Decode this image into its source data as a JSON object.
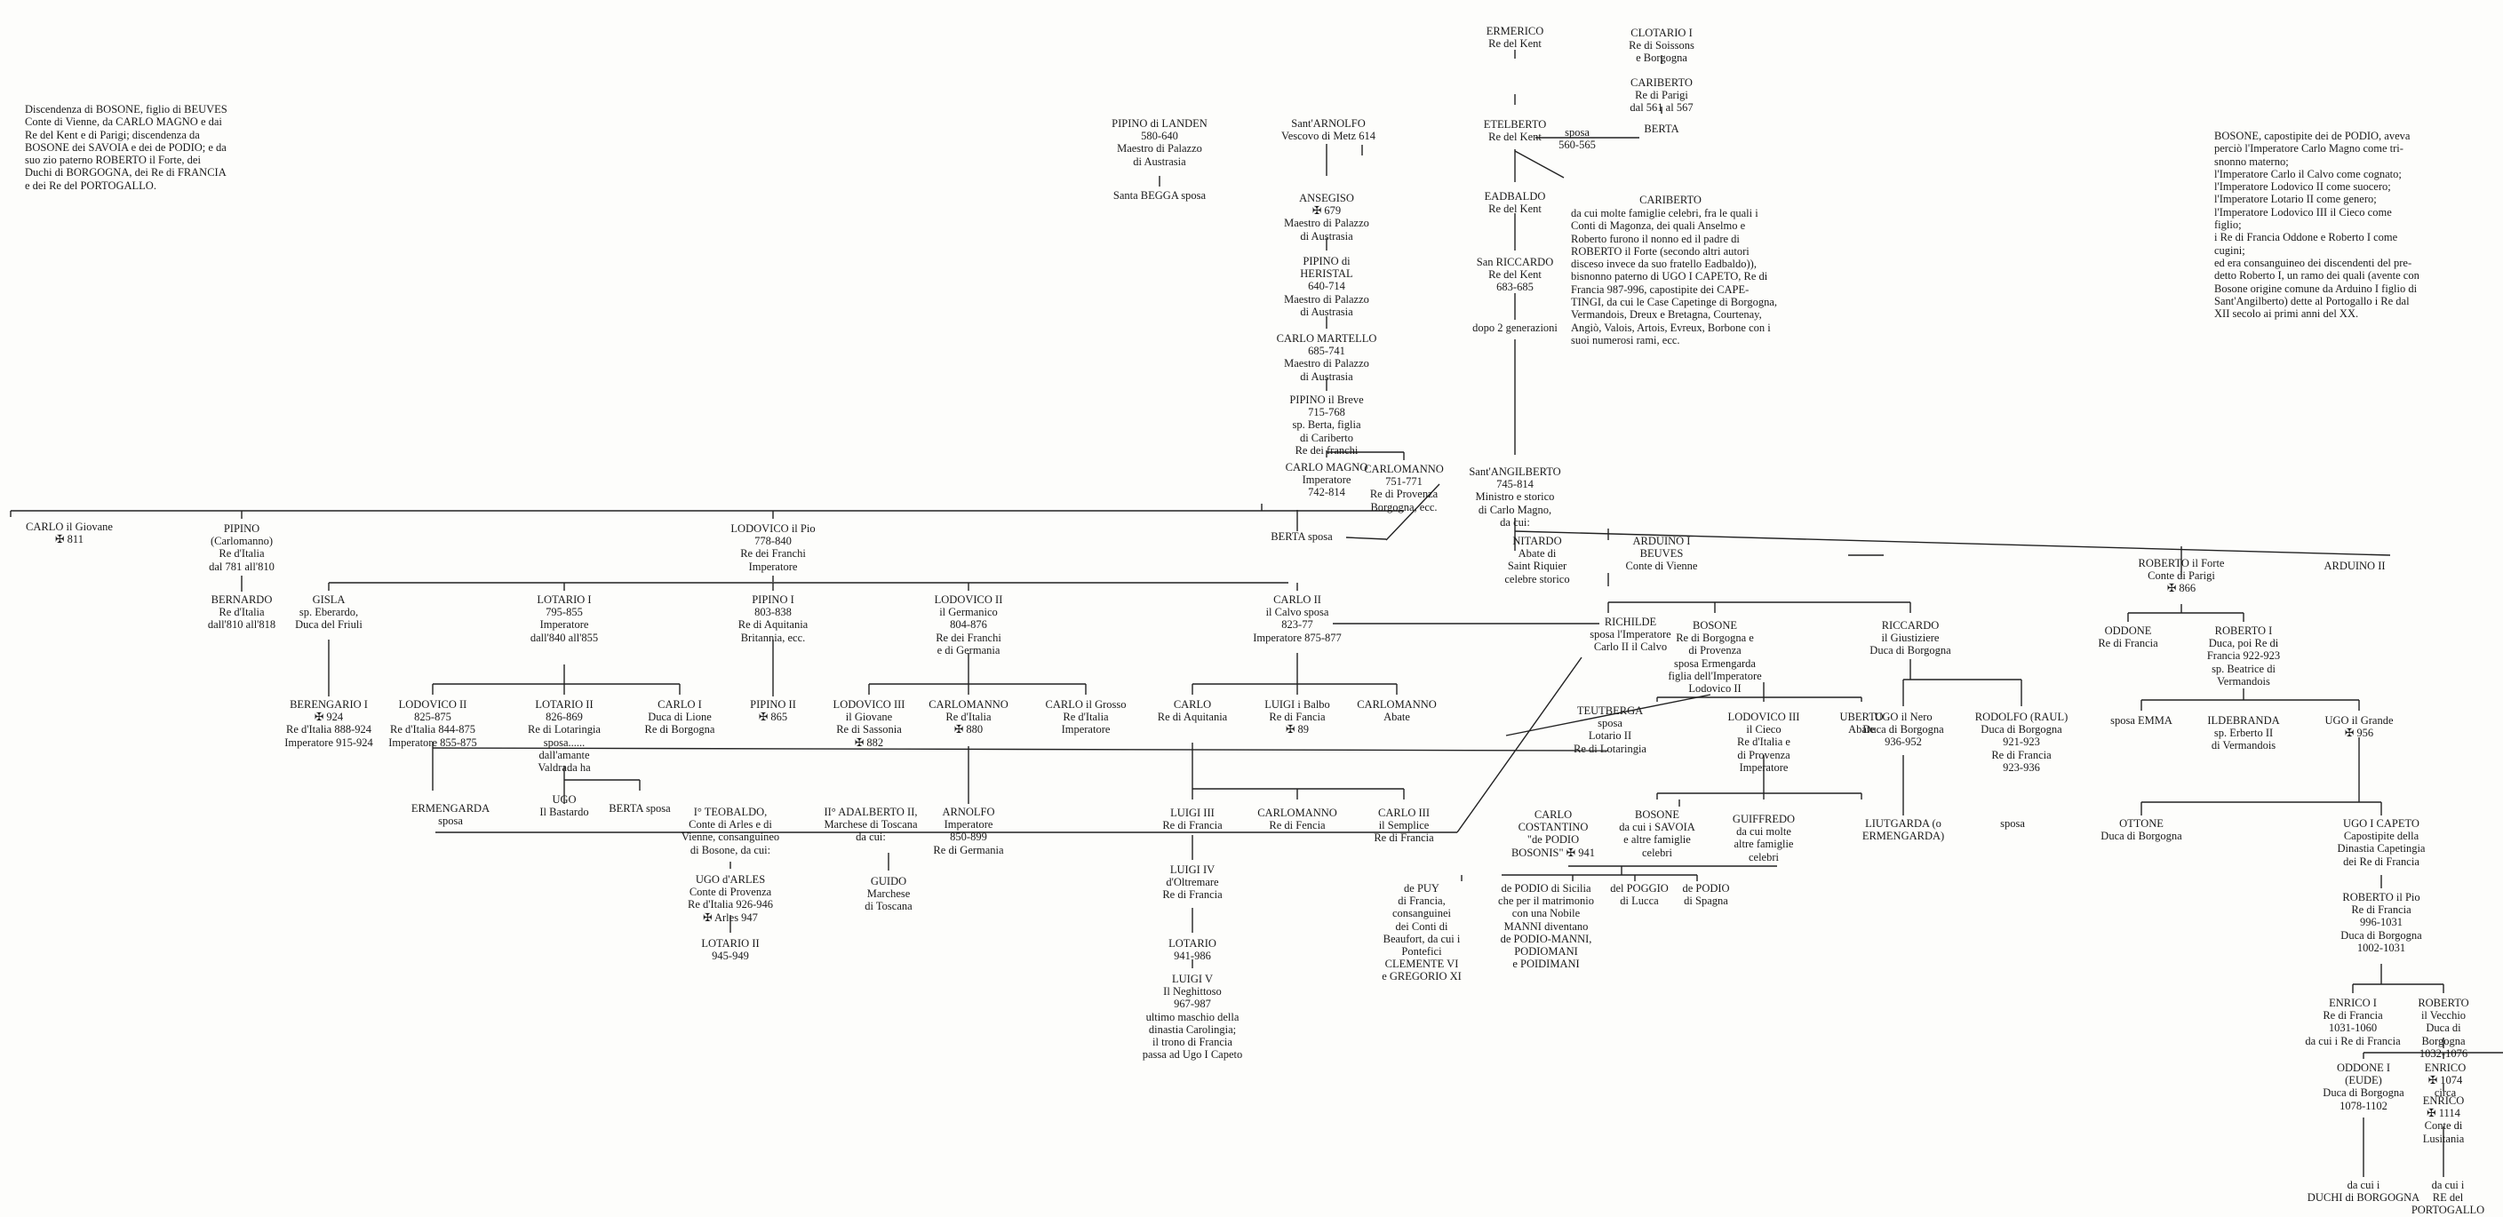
{
  "intro_left": "Discendenza di BOSONE, figlio di BEUVES\nConte di Vienne, da CARLO MAGNO e dai\nRe del Kent e di Parigi; discendenza da\nBOSONE dei SAVOIA e dei de PODIO; e da\nsuo zio paterno ROBERTO il Forte, dei\nDuchi di BORGOGNA, dei Re di FRANCIA\ne dei Re del PORTOGALLO.",
  "intro_right": "BOSONE, capostipite dei de PODIO, aveva\nperciò l'Imperatore Carlo Magno come tri-\nsnonno materno;\nl'Imperatore Carlo il Calvo come cognato;\nl'Imperatore Lodovico II come suocero;\nl'Imperatore Lotario II come genero;\nl'Imperatore Lodovico III il Cieco come\nfiglio;\ni Re di Francia Oddone e Roberto I come\ncugini;\ned era consanguineo dei discendenti del pre-\ndetto Roberto I, un ramo dei quali (avente con\nBosone origine comune da Arduino I figlio di\nSant'Angilberto) dette al Portogallo i Re dal\nXII secolo ai primi anni del XX.",
  "cariberto_note": "da cui molte famiglie celebri, fra le quali i\nConti di Magonza, dei quali Anselmo e\nRoberto furono il nonno ed il padre di\nROBERTO il Forte (secondo altri autori\ndisceso invece da suo fratello Eadbaldo)),\nbisnonno paterno di UGO I CAPETO, Re di\nFrancia 987-996, capostipite dei CAPE-\nTINGI, da cui le Case Capetinge di Borgogna,\nVermandois, Dreux e Bretagna, Courtenay,\nAngiò, Valois, Artois, Evreux, Borbone con i\nsuoi numerosi rami, ecc.",
  "persons": [
    {
      "id": "clotario",
      "text": "CLOTARIO I\nRe di Soissons\ne Borgogna"
    },
    {
      "id": "cariberto_parigi",
      "text": "CARIBERTO\nRe di Parigi\ndal 561 al 567"
    },
    {
      "id": "berta_kent",
      "text": "BERTA"
    },
    {
      "id": "ermerico",
      "text": "ERMERICO\nRe del Kent"
    },
    {
      "id": "etelberto",
      "text": "ETELBERTO\nRe del Kent"
    },
    {
      "id": "sposa_560",
      "text": "sposa\n560-565"
    },
    {
      "id": "eadbaldo",
      "text": "EADBALDO\nRe del Kent"
    },
    {
      "id": "cariberto2",
      "text": "CARIBERTO"
    },
    {
      "id": "san_riccardo",
      "text": "San RICCARDO\nRe del Kent\n683-685"
    },
    {
      "id": "dopo2",
      "text": "dopo 2 generazioni"
    },
    {
      "id": "pipino_landen",
      "text": "PIPINO di LANDEN\n580-640\nMaestro di Palazzo\ndi Austrasia"
    },
    {
      "id": "santa_begga",
      "text": "Santa BEGGA sposa"
    },
    {
      "id": "sant_arnolfo",
      "text": "Sant'ARNOLFO\nVescovo di Metz 614"
    },
    {
      "id": "ansegiso",
      "text": "ANSEGISO\n✠ 679\nMaestro di Palazzo\ndi Austrasia"
    },
    {
      "id": "pipino_heristal",
      "text": "PIPINO di\nHERISTAL\n640-714\nMaestro di Palazzo\ndi Austrasia"
    },
    {
      "id": "carlo_martello",
      "text": "CARLO MARTELLO\n685-741\nMaestro di Palazzo\ndi Austrasia"
    },
    {
      "id": "pipino_breve",
      "text": "PIPINO il Breve\n715-768\nsp. Berta, figlia\ndi Cariberto\nRe dei franchi"
    },
    {
      "id": "carlo_magno",
      "text": "CARLO MAGNO\nImperatore\n742-814"
    },
    {
      "id": "carlomanno_751",
      "text": "CARLOMANNO\n751-771\nRe di Provenza\nBorgogna, ecc."
    },
    {
      "id": "angilberto",
      "text": "Sant'ANGILBERTO\n745-814\nMinistro e storico\ndi Carlo Magno,\nda cui:"
    },
    {
      "id": "berta_sposa",
      "text": "BERTA sposa"
    },
    {
      "id": "carlo_giovane",
      "text": "CARLO il Giovane\n✠ 811"
    },
    {
      "id": "pipino_carlomanno",
      "text": "PIPINO\n(Carlomanno)\nRe d'Italia\ndal 781 all'810"
    },
    {
      "id": "bernardo",
      "text": "BERNARDO\nRe d'Italia\ndall'810 all'818"
    },
    {
      "id": "lodovico_pio",
      "text": "LODOVICO il Pio\n778-840\nRe dei Franchi\nImperatore"
    },
    {
      "id": "nitardo",
      "text": "NITARDO\nAbate di\nSaint Riquier\ncelebre storico"
    },
    {
      "id": "arduino1",
      "text": "ARDUINO I\nBEUVES\nConte di Vienne"
    },
    {
      "id": "roberto_forte",
      "text": "ROBERTO il Forte\nConte di Parigi\n✠ 866"
    },
    {
      "id": "arduino2",
      "text": "ARDUINO II"
    },
    {
      "id": "gisla",
      "text": "GISLA\nsp. Eberardo,\nDuca del Friuli"
    },
    {
      "id": "lotario1",
      "text": "LOTARIO I\n795-855\nImperatore\ndall'840 all'855"
    },
    {
      "id": "pipino1",
      "text": "PIPINO I\n803-838\nRe di Aquitania\nBritannia, ecc."
    },
    {
      "id": "lodovico2_germanico",
      "text": "LODOVICO II\nil Germanico\n804-876\nRe dei Franchi\ne di Germania"
    },
    {
      "id": "carlo2_calvo",
      "text": "CARLO II\nil Calvo sposa\n823-77\nImperatore 875-877"
    },
    {
      "id": "richilde",
      "text": "RICHILDE\nsposa l'Imperatore\nCarlo II il Calvo"
    },
    {
      "id": "bosone",
      "text": "BOSONE\nRe di Borgogna e\ndi Provenza\nsposa Ermengarda\nfiglia dell'Imperatore\nLodovico II"
    },
    {
      "id": "riccardo",
      "text": "RICCARDO\nil Giustiziere\nDuca di Borgogna"
    },
    {
      "id": "oddone",
      "text": "ODDONE\nRe di Francia"
    },
    {
      "id": "roberto1",
      "text": "ROBERTO I\nDuca, poi Re di\nFrancia 922-923\nsp. Beatrice di\nVermandois"
    },
    {
      "id": "berengario",
      "text": "BERENGARIO I\n✠ 924\nRe d'Italia 888-924\nImperatore 915-924"
    },
    {
      "id": "lodovico2",
      "text": "LODOVICO II\n825-875\nRe d'Italia 844-875\nImperatore 855-875"
    },
    {
      "id": "lotario2",
      "text": "LOTARIO II\n826-869\nRe di Lotaringia\nsposa......\ndall'amante\nValdrada ha"
    },
    {
      "id": "carlo1_lione",
      "text": "CARLO I\nDuca di Lione\nRe di Borgogna"
    },
    {
      "id": "pipino2",
      "text": "PIPINO II\n✠ 865"
    },
    {
      "id": "lodovico3_giovane",
      "text": "LODOVICO III\nil Giovane\nRe di Sassonia\n✠ 882"
    },
    {
      "id": "carlomanno_italia",
      "text": "CARLOMANNO\nRe d'Italia\n✠ 880"
    },
    {
      "id": "carlo_grosso",
      "text": "CARLO il Grosso\nRe d'Italia\nImperatore"
    },
    {
      "id": "carlo_aquitania",
      "text": "CARLO\nRe di Aquitania"
    },
    {
      "id": "luigi_balbo",
      "text": "LUIGI i Balbo\nRe di Fancia\n✠ 89"
    },
    {
      "id": "carlomanno_abate",
      "text": "CARLOMANNO\nAbate"
    },
    {
      "id": "teutberga",
      "text": "TEUTBERGA\nsposa\nLotario II\nRe di Lotaringia"
    },
    {
      "id": "lodovico3_cieco",
      "text": "LODOVICO III\nil Cieco\nRe d'Italia e\ndi Provenza\nImperatore"
    },
    {
      "id": "uberto",
      "text": "UBERTO\nAbate"
    },
    {
      "id": "ugo_nero",
      "text": "UGO il Nero\nDuca di Borgogna\n936-952"
    },
    {
      "id": "rodolfo",
      "text": "RODOLFO (RAUL)\nDuca di Borgogna\n921-923\nRe di Francia\n923-936"
    },
    {
      "id": "sposa_emma",
      "text": "sposa  EMMA"
    },
    {
      "id": "ildebranda",
      "text": "ILDEBRANDA\nsp. Erberto II\ndi Vermandois"
    },
    {
      "id": "ugo_grande",
      "text": "UGO il Grande\n✠ 956"
    },
    {
      "id": "ermengarda",
      "text": "ERMENGARDA\nsposa"
    },
    {
      "id": "ugo_bastardo",
      "text": "UGO\nIl Bastardo"
    },
    {
      "id": "berta_sposa2",
      "text": "BERTA  sposa"
    },
    {
      "id": "teobaldo",
      "text": "I° TEOBALDO,\nConte di Arles e di\nVienne, consanguineo\ndi Bosone, da cui:"
    },
    {
      "id": "adalberto",
      "text": "II° ADALBERTO II,\nMarchese di Toscana\nda cui:"
    },
    {
      "id": "arnolfo",
      "text": "ARNOLFO\nImperatore\n850-899\nRe di Germania"
    },
    {
      "id": "luigi3",
      "text": "LUIGI III\nRe di Francia"
    },
    {
      "id": "carlomanno_fencia",
      "text": "CARLOMANNO\nRe di Fencia"
    },
    {
      "id": "carlo3_semplice",
      "text": "CARLO III\nil Semplice\nRe di Francia"
    },
    {
      "id": "carlo_costantino",
      "text": "CARLO\nCOSTANTINO\n\"de PODIO\nBOSONIS\" ✠ 941"
    },
    {
      "id": "bosone2",
      "text": "BOSONE\nda cui i SAVOIA\ne altre famiglie\ncelebri"
    },
    {
      "id": "guiffredo",
      "text": "GUIFFREDO\nda cui molte\naltre famiglie\ncelebri"
    },
    {
      "id": "liutgarda",
      "text": "LIUTGARDA (o\nERMENGARDA)"
    },
    {
      "id": "sposa_liut",
      "text": "sposa"
    },
    {
      "id": "ottone",
      "text": "OTTONE\nDuca di Borgogna"
    },
    {
      "id": "ugo_capeto",
      "text": "UGO I CAPETO\nCapostipite della\nDinastia Capetingia\ndei Re di Francia"
    },
    {
      "id": "ugo_arles",
      "text": "UGO d'ARLES\nConte di Provenza\nRe d'Italia 926-946\n✠ Arles 947"
    },
    {
      "id": "lotario_ii_945",
      "text": "LOTARIO II\n945-949"
    },
    {
      "id": "guido",
      "text": "GUIDO\nMarchese\ndi Toscana"
    },
    {
      "id": "luigi4",
      "text": "LUIGI IV\nd'Oltremare\nRe di Francia"
    },
    {
      "id": "lotario_941",
      "text": "LOTARIO\n941-986"
    },
    {
      "id": "luigi5",
      "text": "LUIGI V\nIl Neghittoso\n967-987\nultimo maschio della\ndinastia Carolingia;\nil trono di Francia\npassa ad Ugo I Capeto"
    },
    {
      "id": "de_puy",
      "text": "de PUY\ndi Francia,\nconsanguinei\ndei Conti di\nBeaufort, da cui i\nPontefici\nCLEMENTE VI\ne GREGORIO XI"
    },
    {
      "id": "de_podio_sicilia",
      "text": "de PODIO di Sicilia\nche per il matrimonio\ncon una Nobile\nMANNI diventano\nde PODIO-MANNI,\nPODIOMANI\ne POIDIMANI"
    },
    {
      "id": "del_poggio",
      "text": "del POGGIO\ndi Lucca"
    },
    {
      "id": "de_podio_spagna",
      "text": "de PODIO\ndi Spagna"
    },
    {
      "id": "roberto_pio",
      "text": "ROBERTO il Pio\nRe di Francia\n996-1031\nDuca di Borgogna\n1002-1031"
    },
    {
      "id": "enrico1",
      "text": "ENRICO I\nRe di Francia\n1031-1060\nda cui i Re di Francia"
    },
    {
      "id": "roberto_vecchio",
      "text": "ROBERTO\nil Vecchio\nDuca di Borgogna\n1032-1076"
    },
    {
      "id": "oddone1",
      "text": "ODDONE I\n(EUDE)\nDuca di Borgogna\n1078-1102"
    },
    {
      "id": "enrico_1074",
      "text": "ENRICO\n✠ 1074 circa"
    },
    {
      "id": "enrico_1114",
      "text": "ENRICO\n✠ 1114\nConte di Lusitania"
    },
    {
      "id": "duchi_borgogna",
      "text": "da cui i\nDUCHI di BORGOGNA"
    },
    {
      "id": "re_portogallo",
      "text": "da cui i\nRE del PORTOGALLO"
    }
  ]
}
